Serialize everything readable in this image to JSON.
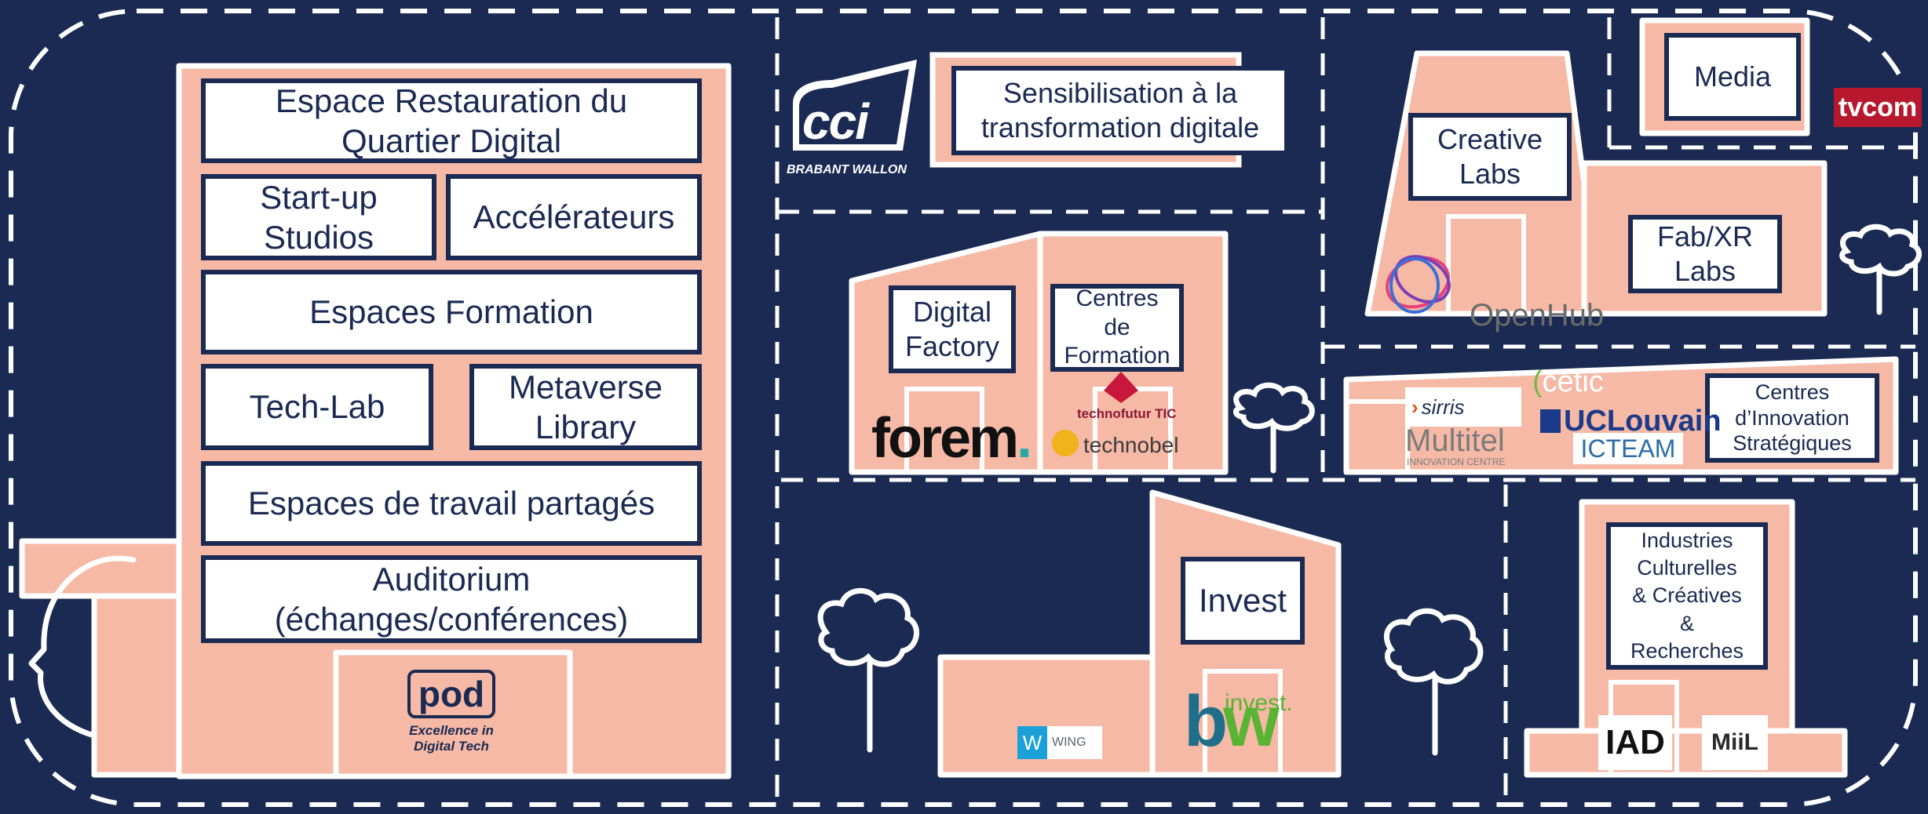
{
  "colors": {
    "background": "#1b2a52",
    "building_fill": "#f6b9a6",
    "outline": "#ffffff",
    "label_text": "#1b2a52"
  },
  "main_building": {
    "restauration": "Espace Restauration du\nQuartier Digital",
    "startup": "Start-up\nStudios",
    "accelerateurs": "Accélérateurs",
    "formation": "Espaces Formation",
    "techlab": "Tech-Lab",
    "metaverse": "Metaverse\nLibrary",
    "travail": "Espaces de travail partagés",
    "auditorium": "Auditorium\n(échanges/conférences)",
    "pod_logo": "pod",
    "pod_tagline": "Excellence in\nDigital Tech"
  },
  "cci": {
    "logo_text": "cci",
    "logo_sub": "BRABANT WALLON",
    "label": "Sensibilisation à la\ntransformation digitale"
  },
  "factory": {
    "digital_factory": "Digital\nFactory",
    "centres_formation": "Centres de\nFormation",
    "forem_logo": "forem",
    "forem_dot": ".",
    "technofutur_logo": "technofutur TIC",
    "technobel_logo": "technobel"
  },
  "invest": {
    "label": "Invest",
    "wing_logo": "WING",
    "invest_logo_top": "invest.",
    "invest_logo_main": "bw"
  },
  "creative": {
    "creative_labs": "Creative\nLabs",
    "openhub_logo": "OpenHub",
    "fabxr": "Fab/XR\nLabs",
    "media": "Media",
    "tvcom_logo": "tvcom"
  },
  "innovation": {
    "centres": "Centres\nd’Innovation\nStratégiques",
    "sirris_logo": "sirris",
    "cetic_logo": "cetic",
    "multitel_logo": "Multitel",
    "multitel_sub": "INNOVATION CENTRE",
    "uclouvain_logo": "UCLouvain",
    "icteam_logo": "ICTEAM"
  },
  "culture": {
    "label": "Industries\nCulturelles\n& Créatives\n&\nRecherches",
    "iad_logo": "IAD",
    "miil_logo": "MiiL"
  }
}
